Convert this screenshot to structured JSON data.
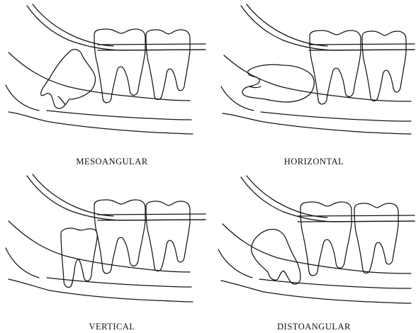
{
  "panels": [
    {
      "label": "MESOANGULAR"
    },
    {
      "label": "HORIZONTAL"
    },
    {
      "label": "VERTICAL"
    },
    {
      "label": "DISTOANGULAR"
    }
  ]
}
